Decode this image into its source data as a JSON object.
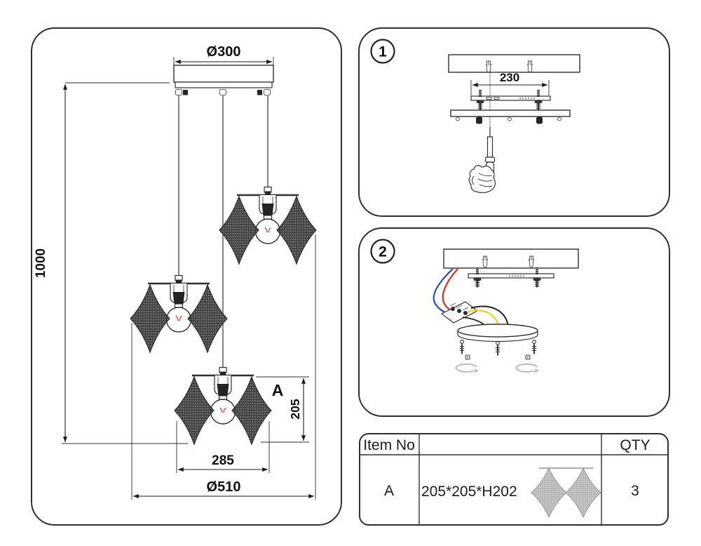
{
  "main_diagram": {
    "dim_canopy": "Ø300",
    "dim_drop_height": "1000",
    "dim_shade_height": "205",
    "dim_inner_span": "285",
    "dim_outer_span": "Ø510",
    "shade_label": "A"
  },
  "steps": {
    "step1": {
      "badge": "1",
      "dim_bracket_holes": "230"
    },
    "step2": {
      "badge": "2"
    }
  },
  "parts_table": {
    "headers": {
      "item": "Item No",
      "qty": "QTY"
    },
    "row": {
      "item": "A",
      "spec": "205*205*H202",
      "qty": "3"
    }
  },
  "colors": {
    "line": "#2f2f2f",
    "dimension": "#1c1c1c",
    "cord": "#8a8a8a",
    "mesh_dark": "#454545",
    "mesh_light": "#b6b6b6",
    "wire_red": "#df3128",
    "wire_blue": "#2a52c0",
    "wire_yellow": "#eed226",
    "wire_black": "#222222",
    "rotation_arrow": "#bcbcbc"
  }
}
